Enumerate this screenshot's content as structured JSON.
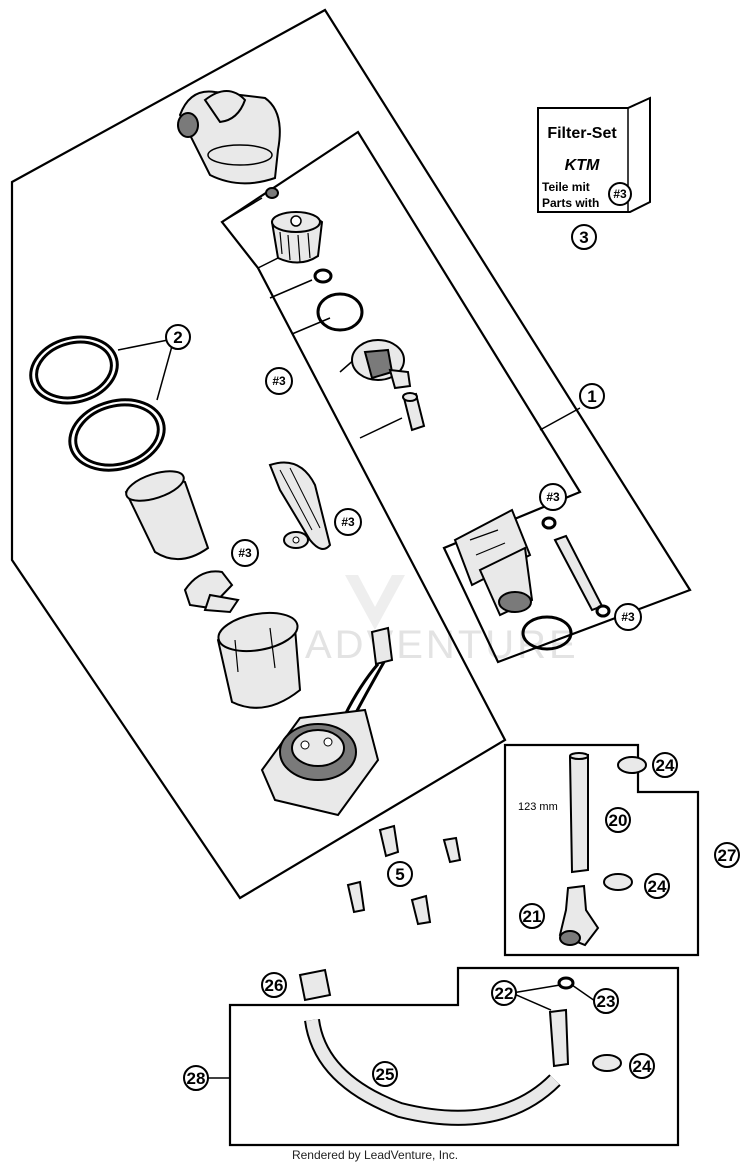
{
  "diagram": {
    "filter_box": {
      "title": "Filter-Set",
      "brand": "KTM",
      "line1": "Teile mit",
      "line2": "Parts with",
      "ref": "#3"
    },
    "callouts": {
      "c1": "1",
      "c2": "2",
      "c3": "3",
      "c5": "5",
      "c20": "20",
      "c21": "21",
      "c22": "22",
      "c23": "23",
      "c24a": "24",
      "c24b": "24",
      "c24c": "24",
      "c25": "25",
      "c26": "26",
      "c27": "27",
      "c28": "28"
    },
    "refs": {
      "r1": "#3",
      "r2": "#3",
      "r3": "#3",
      "r4": "#3",
      "r5": "#3"
    },
    "dimension": "123 mm",
    "watermark": "ADVENTURE"
  },
  "footer": "Rendered by LeadVenture, Inc."
}
